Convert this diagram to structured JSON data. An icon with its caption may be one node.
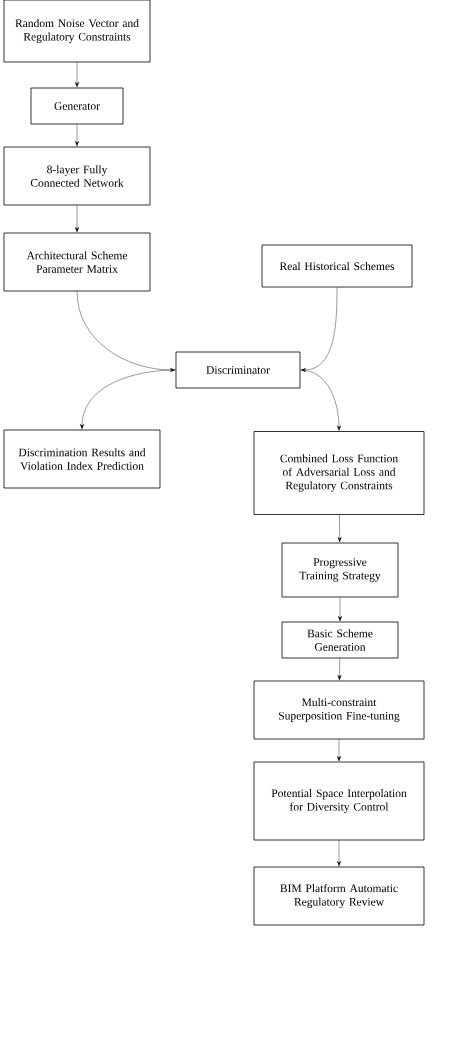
{
  "diagram": {
    "nodes": [
      {
        "text": [
          "Random Noise Vector and Regulatory Constraints"
        ]
      },
      {
        "text": [
          "Generator"
        ]
      },
      {
        "text": [
          "8-layer Fully Connected Network"
        ]
      },
      {
        "text": [
          "Architectural Scheme Parameter Matrix"
        ]
      },
      {
        "text": [
          "Real Historical Schemes"
        ]
      },
      {
        "text": [
          "Discriminator"
        ]
      },
      {
        "text": [
          "Discrimination Results and Violation Index Prediction"
        ]
      },
      {
        "text": [
          "Combined Loss Function of Adversarial Loss and Regulatory Constraints"
        ]
      },
      {
        "text": [
          "Progressive Training Strategy"
        ]
      },
      {
        "text": [
          "Basic Scheme Generation"
        ]
      },
      {
        "text": [
          "Multi-constraint Superposition Fine-tuning"
        ]
      },
      {
        "text": [
          "Potential Space Interpolation for Diversity Control"
        ]
      },
      {
        "text": [
          "BIM Platform Automatic Regulatory Review"
        ]
      }
    ],
    "edges": [
      {
        "from": 0,
        "to": 1,
        "arrow": "to"
      },
      {
        "from": 1,
        "to": 2,
        "arrow": "to"
      },
      {
        "from": 2,
        "to": 3,
        "arrow": "to"
      },
      {
        "from": 3,
        "to": 5,
        "arrow": "to"
      },
      {
        "from": 4,
        "to": 5,
        "arrow": "to"
      },
      {
        "from": 5,
        "to": 6,
        "arrow": "to"
      },
      {
        "from": 5,
        "to": 7,
        "arrow": "to"
      },
      {
        "from": 7,
        "to": 8,
        "arrow": "to"
      },
      {
        "from": 8,
        "to": 9,
        "arrow": "to"
      },
      {
        "from": 9,
        "to": 10,
        "arrow": "to"
      },
      {
        "from": 10,
        "to": 11,
        "arrow": "to"
      },
      {
        "from": 11,
        "to": 12,
        "arrow": "to"
      }
    ]
  }
}
